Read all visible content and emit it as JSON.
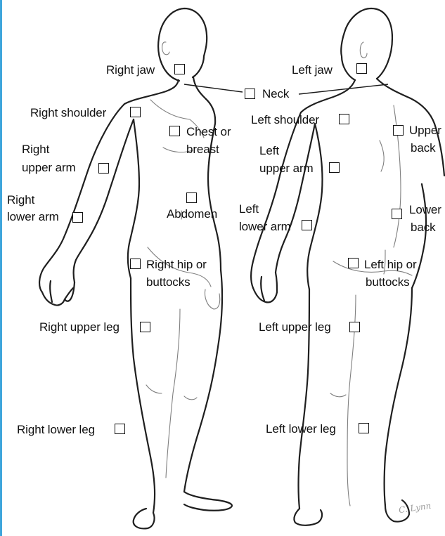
{
  "figure_front": {
    "right_jaw": "Right jaw",
    "right_shoulder": "Right shoulder",
    "chest_line1": "Chest or",
    "chest_line2": "breast",
    "right_upper_arm_line1": "Right",
    "right_upper_arm_line2": "upper arm",
    "right_lower_arm_line1": "Right",
    "right_lower_arm_line2": "lower arm",
    "abdomen": "Abdomen",
    "right_hip_line1": "Right hip or",
    "right_hip_line2": "buttocks",
    "right_upper_leg": "Right upper leg",
    "right_lower_leg": "Right lower leg"
  },
  "shared": {
    "neck": "Neck"
  },
  "figure_back": {
    "left_jaw": "Left jaw",
    "left_shoulder": "Left shoulder",
    "left_upper_arm_line1": "Left",
    "left_upper_arm_line2": "upper arm",
    "upper_back_line1": "Upper",
    "upper_back_line2": "back",
    "left_lower_arm_line1": "Left",
    "left_lower_arm_line2": "lower arm",
    "lower_back_line1": "Lower",
    "lower_back_line2": "back",
    "left_hip_line1": "Left hip or",
    "left_hip_line2": "buttocks",
    "left_upper_leg": "Left upper leg",
    "left_lower_leg": "Left lower leg"
  },
  "signature": "C. Lynn",
  "colors": {
    "accent_rule": "#3fa6dc",
    "outline": "#1f1f1f",
    "text": "#111111"
  }
}
